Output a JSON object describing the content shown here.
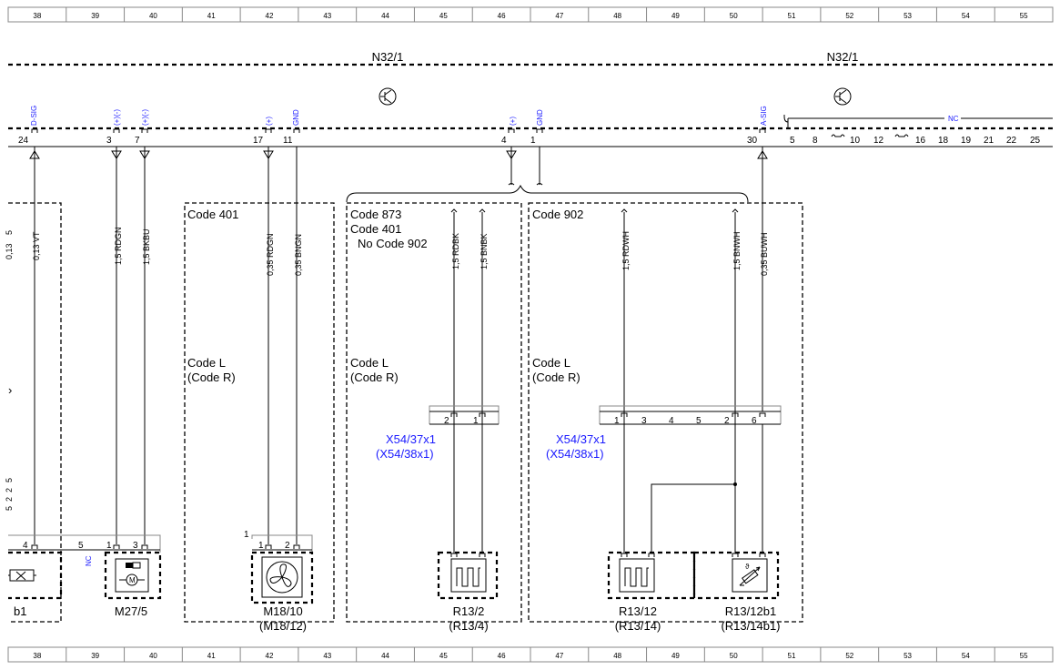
{
  "grid": {
    "columns": [
      "38",
      "39",
      "40",
      "41",
      "42",
      "43",
      "44",
      "45",
      "46",
      "47",
      "48",
      "49",
      "50",
      "51",
      "52",
      "53",
      "54",
      "55"
    ]
  },
  "modules": [
    {
      "name": "N32/1"
    },
    {
      "name": "N32/1"
    }
  ],
  "control_unit_pins": [
    {
      "pin": "24",
      "signal": "D-SIG"
    },
    {
      "pin": "3",
      "signal": "(+)(-)"
    },
    {
      "pin": "7",
      "signal": "(+)(-)"
    },
    {
      "pin": "17",
      "signal": "(+)"
    },
    {
      "pin": "11",
      "signal": "GND"
    },
    {
      "pin": "4",
      "signal": "(+)"
    },
    {
      "pin": "1",
      "signal": "GND"
    },
    {
      "pin": "30",
      "signal": "A-SIG"
    }
  ],
  "nc_pins": [
    "5",
    "8",
    "10",
    "12",
    "16",
    "18",
    "19",
    "21",
    "22",
    "25"
  ],
  "nc_label": "NC",
  "wires": [
    {
      "label": "0,13 VT"
    },
    {
      "label": "1,5 RDGN"
    },
    {
      "label": "1,5 BKBU"
    },
    {
      "label": "0,35 RDGN"
    },
    {
      "label": "0,35 BNGN"
    },
    {
      "label": "1,5 RDBK"
    },
    {
      "label": "1,5 BNBK"
    },
    {
      "label": "1,5 RDWH"
    },
    {
      "label": "1,5 BNWH"
    },
    {
      "label": "0,35 BUWH"
    }
  ],
  "code_blocks": {
    "b1": {
      "line1": "Code 401",
      "mid1": "Code L",
      "mid2": "(Code R)"
    },
    "b2": {
      "line1": "Code 873",
      "line2": "Code 401",
      "line3": "No Code 902",
      "mid1": "Code L",
      "mid2": "(Code R)"
    },
    "b3": {
      "line1": "Code 902",
      "mid1": "Code L",
      "mid2": "(Code R)"
    }
  },
  "connectors": [
    {
      "name": "X54/37x1",
      "alt": "(X54/38x1)",
      "pins": [
        "2",
        "1"
      ]
    },
    {
      "name": "X54/37x1",
      "alt": "(X54/38x1)",
      "pins": [
        "1",
        "3",
        "4",
        "5",
        "2",
        "6"
      ]
    }
  ],
  "component_pins": {
    "left": [
      "4",
      "5",
      "1",
      "3"
    ],
    "left_nc": "NC",
    "fan": [
      "1",
      "2"
    ],
    "fan_ref": "1"
  },
  "components": [
    {
      "name": "b1",
      "alt": ""
    },
    {
      "name": "M27/5",
      "alt": ""
    },
    {
      "name": "M18/10",
      "alt": "(M18/12)"
    },
    {
      "name": "R13/2",
      "alt": "(R13/4)"
    },
    {
      "name": "R13/12",
      "alt": "(R13/14)"
    },
    {
      "name": "R13/12b1",
      "alt": "(R13/14b1)"
    }
  ],
  "edge_fragments": [
    "5",
    "0,13",
    "b",
    "5",
    "2",
    "2",
    "5"
  ]
}
